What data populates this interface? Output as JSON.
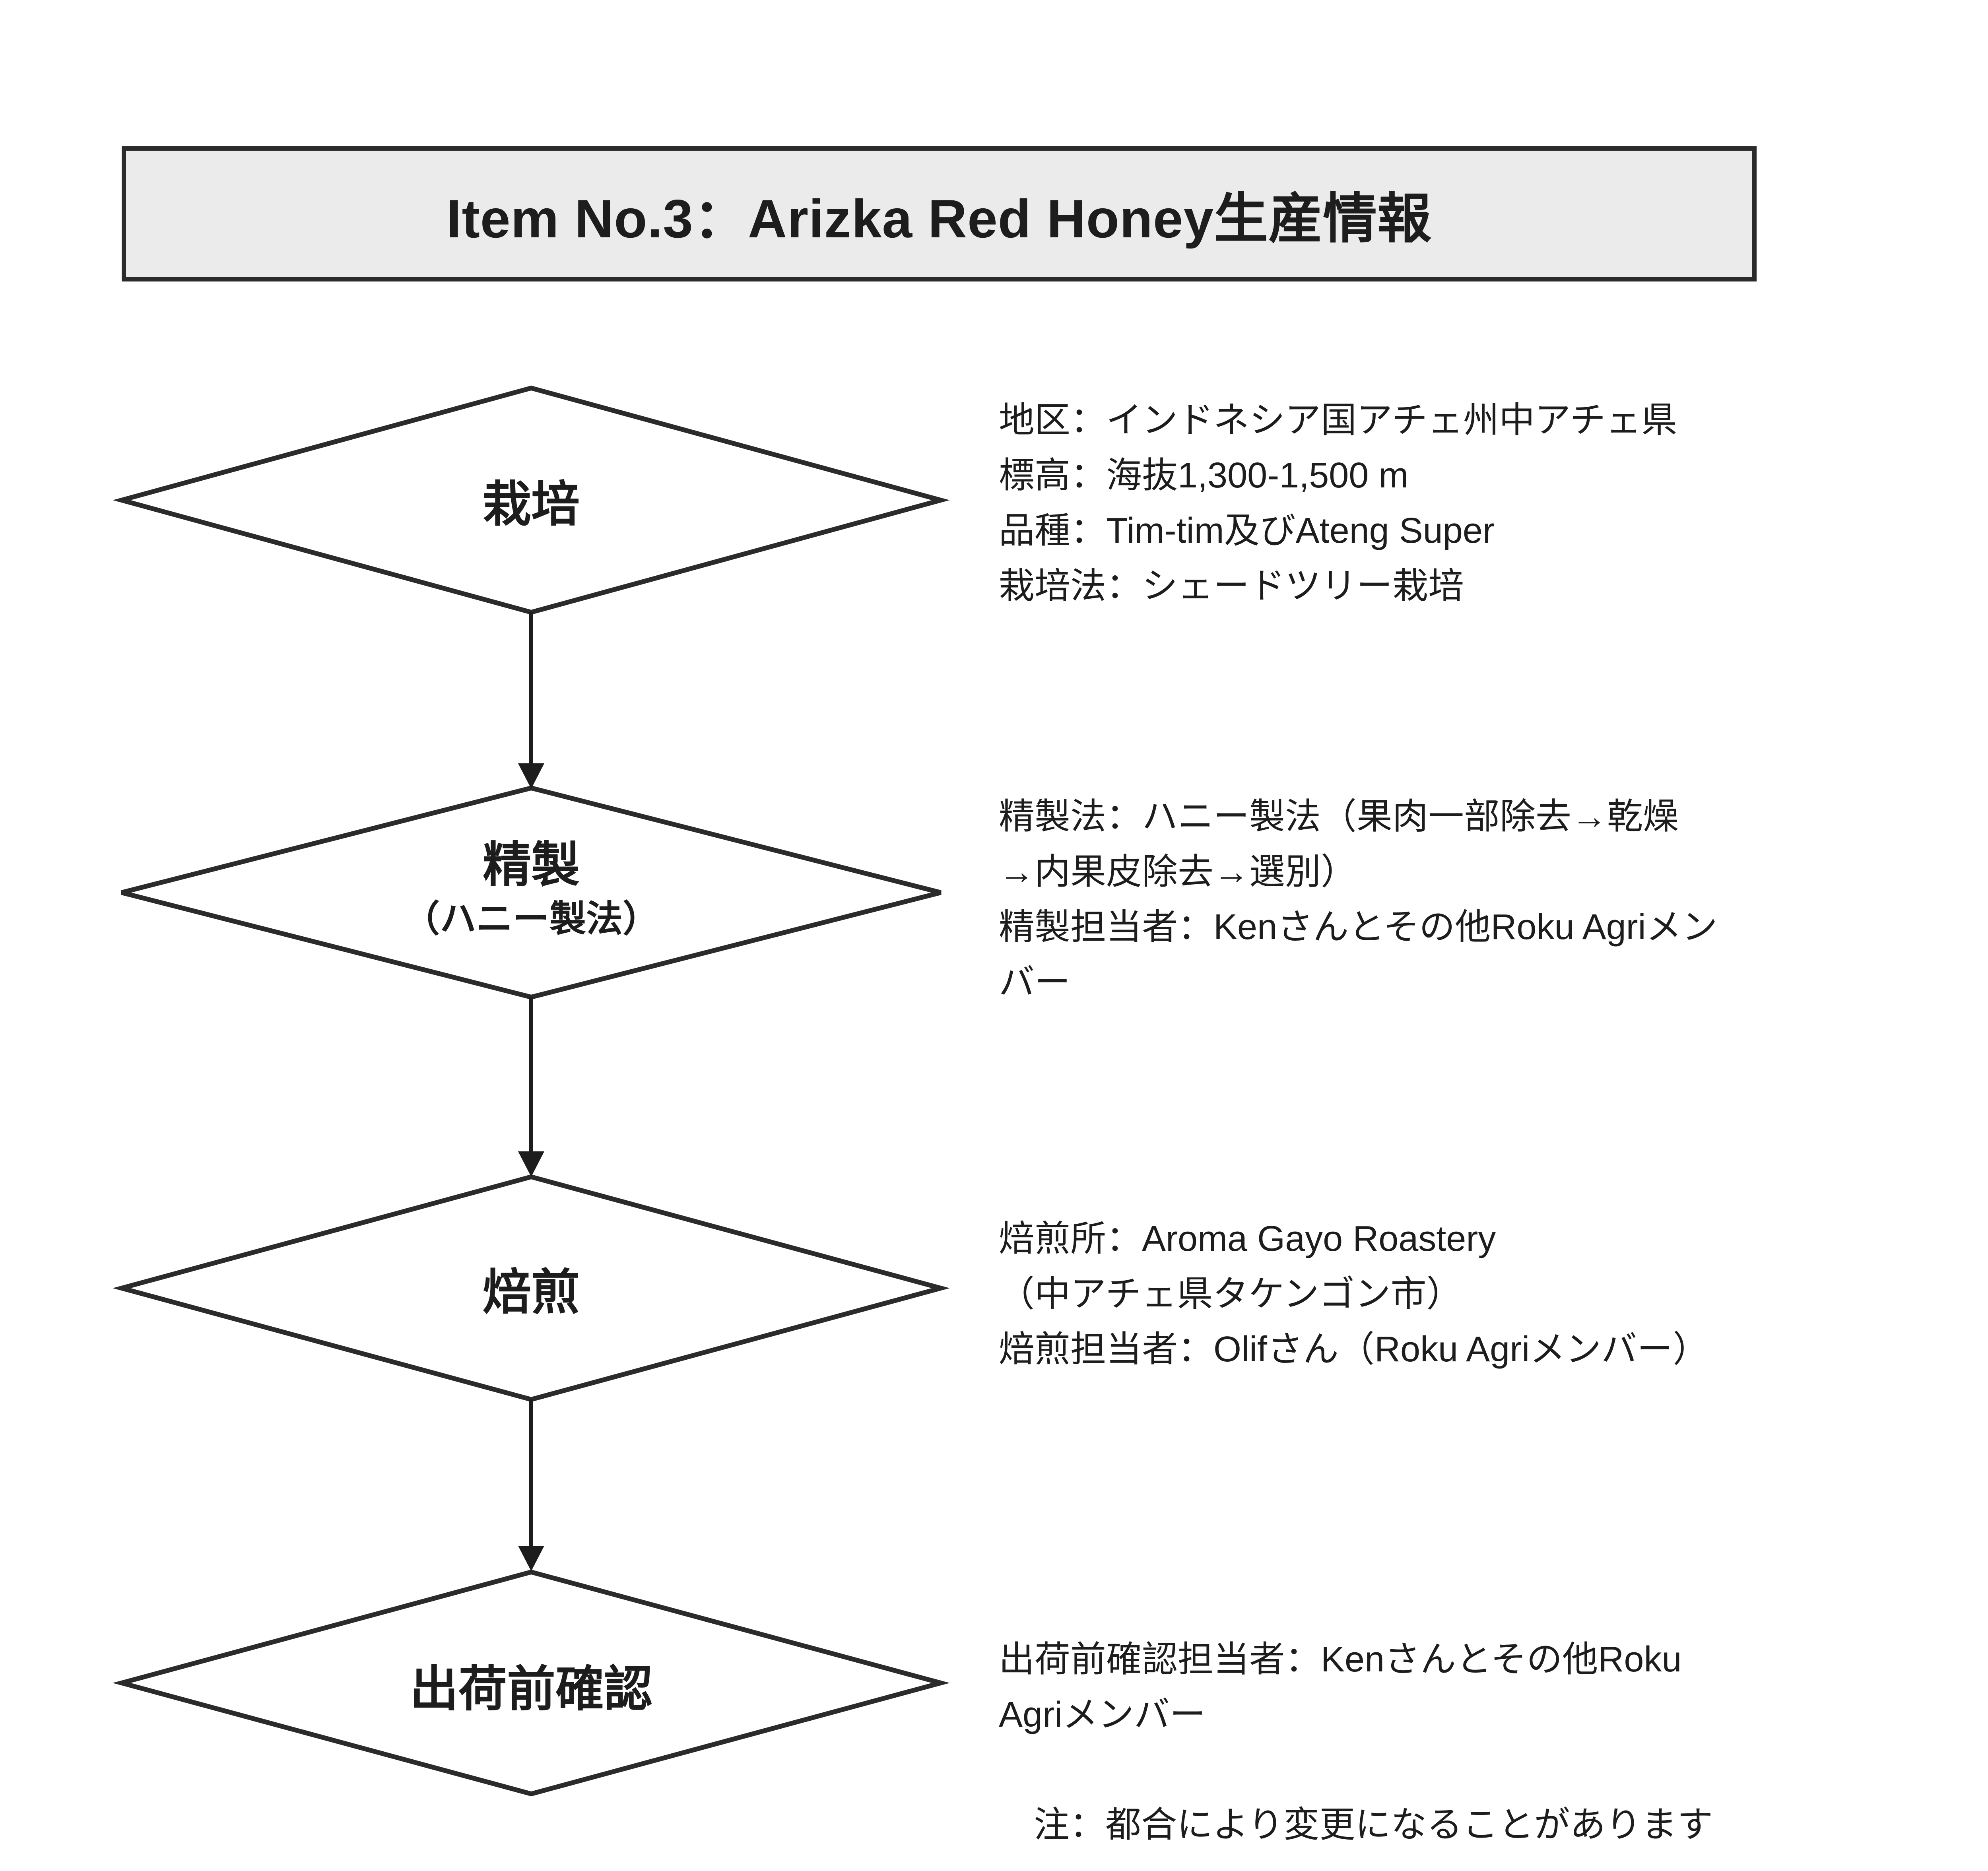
{
  "title": "Item No.3：Arizka Red Honey生産情報",
  "colors": {
    "page_bg": "#ffffff",
    "title_bg": "#ebebeb",
    "line": "#2b2b2b",
    "ink": "#1d1d1d"
  },
  "flowchart": {
    "shape": "diamond",
    "direction": "top-to-bottom",
    "steps": [
      {
        "id": "cultivation",
        "label": "栽培"
      },
      {
        "id": "processing",
        "label": "精製",
        "sublabel": "（ハニー製法）"
      },
      {
        "id": "roasting",
        "label": "焙煎"
      },
      {
        "id": "preshipment-check",
        "label": "出荷前確認"
      }
    ]
  },
  "info_blocks": [
    {
      "step": "cultivation",
      "lines": [
        "地区：インドネシア国アチェ州中アチェ県",
        "標高：海抜1,300-1,500 m",
        "品種：Tim-tim及びAteng Super",
        "栽培法：シェードツリー栽培"
      ]
    },
    {
      "step": "processing",
      "lines": [
        "精製法：ハニー製法（果肉一部除去→乾燥",
        "→内果皮除去→選別）",
        "精製担当者：Kenさんとその他Roku Agriメン",
        "バー"
      ]
    },
    {
      "step": "roasting",
      "lines": [
        "焙煎所：Aroma Gayo Roastery",
        "（中アチェ県タケンゴン市）",
        "焙煎担当者：Olifさん（Roku Agriメンバー）"
      ]
    },
    {
      "step": "preshipment-check",
      "lines": [
        "出荷前確認担当者：Kenさんとその他Roku",
        "Agriメンバー"
      ]
    }
  ],
  "note": "注：都合により変更になることがあります"
}
